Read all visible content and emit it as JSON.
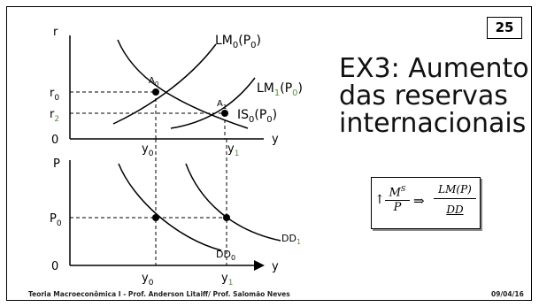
{
  "slide": {
    "title": "EX3: Aumento das reservas internacionais",
    "page_number": "25",
    "footer_left": "Teoria Macroeconômica I - Prof. Anderson Litaiff/ Prof. Salomão Neves",
    "footer_right": "09/04/16"
  },
  "top_panel": {
    "y_axis": "r",
    "x_axis": "y",
    "origin": "0",
    "r0": {
      "base": "r",
      "sub": "0"
    },
    "r2": {
      "base": "r",
      "sub": "2"
    },
    "y0": {
      "base": "y",
      "sub": "0"
    },
    "y1": {
      "base": "y",
      "sub": "1"
    },
    "A0": {
      "base": "A",
      "sub": "0"
    },
    "A1": {
      "base": "A",
      "sub": "1"
    },
    "LM0": {
      "base": "LM",
      "sub": "0",
      "rest": "(P",
      "sub2": "0",
      "end": ")"
    },
    "LM1": {
      "base": "LM",
      "sub": "1",
      "rest": "(P",
      "sub2": "0",
      "end": ")"
    },
    "IS0": {
      "base": "IS",
      "sub": "0",
      "rest": "(P",
      "sub2": "0",
      "end": ")"
    }
  },
  "bottom_panel": {
    "y_axis": "P",
    "x_axis": "y",
    "origin": "0",
    "P0": {
      "base": "P",
      "sub": "0"
    },
    "y0": {
      "base": "y",
      "sub": "0"
    },
    "y1": {
      "base": "y",
      "sub": "1"
    },
    "DD0": {
      "base": "DD",
      "sub": "0"
    },
    "DD1": {
      "base": "DD",
      "sub": "1"
    }
  },
  "formula": {
    "arrow": "↑",
    "frac_num": "M",
    "frac_num_sup": "S",
    "frac_den": "P",
    "implies": "⇒",
    "right_num": "LM(P)",
    "right_den": "DD"
  },
  "colors": {
    "ink": "#000000",
    "highlight_sub": "#5a8f3a"
  }
}
